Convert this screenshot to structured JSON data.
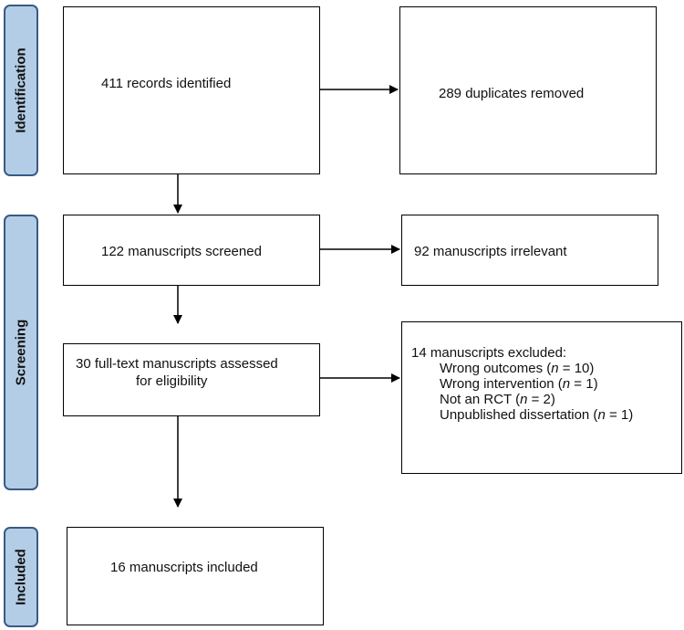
{
  "phases": {
    "identification": "Identification",
    "screening": "Screening",
    "included": "Included"
  },
  "boxes": {
    "identified": "411 records identified",
    "duplicates": "289 duplicates removed",
    "screened": "122 manuscripts screened",
    "irrelevant": "92 manuscripts irrelevant",
    "fulltext_line1": "30 full-text manuscripts assessed",
    "fulltext_line2": "for eligibility",
    "included": "16 manuscripts included"
  },
  "exclusions": {
    "title": "14 manuscripts excluded:",
    "reasons": [
      {
        "label": "Wrong outcomes (",
        "n_symbol": "n",
        "rest": " = 10)"
      },
      {
        "label": "Wrong intervention (",
        "n_symbol": "n",
        "rest": " = 1)"
      },
      {
        "label": "Not an RCT (",
        "n_symbol": "n",
        "rest": " = 2)"
      },
      {
        "label": "Unpublished dissertation (",
        "n_symbol": "n",
        "rest": " = 1)"
      }
    ]
  },
  "colors": {
    "phase_fill": "#b3cde6",
    "phase_border": "#3a5a84",
    "box_border": "#000000"
  }
}
